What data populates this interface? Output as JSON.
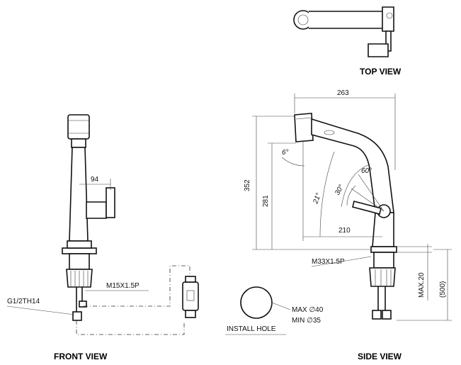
{
  "titles": {
    "top_view": "TOP VIEW",
    "front_view": "FRONT VIEW",
    "side_view": "SIDE VIEW"
  },
  "dimensions": {
    "overall_reach": "263",
    "overall_height": "352",
    "spout_height": "281",
    "spout_reach": "210",
    "handle_offset": "94",
    "hose_length": "(500)",
    "max_thickness": "MAX.20"
  },
  "angles": {
    "spray_tilt": "6°",
    "lever_rotation": "60°",
    "lever_start": "30°",
    "spout_rotation": "21°"
  },
  "threads": {
    "shank": "M33X1.5P",
    "hose_fitting": "M15X1.5P",
    "supply": "G1/2TH14"
  },
  "install_hole": {
    "label": "INSTALL HOLE",
    "max": "MAX ∅40",
    "min": "MIN ∅35"
  }
}
